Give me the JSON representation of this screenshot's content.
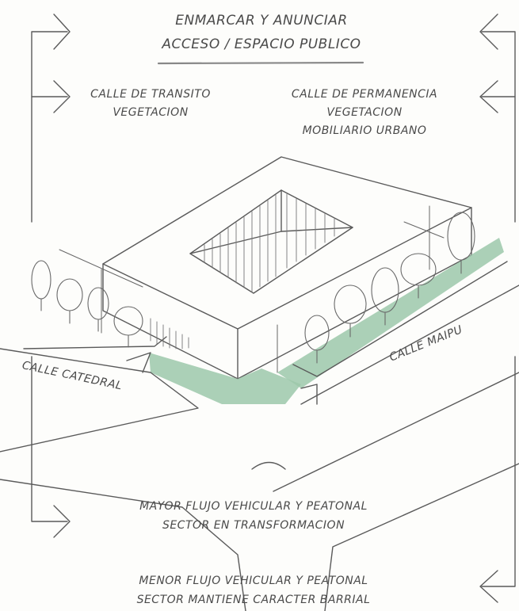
{
  "header": {
    "line1": "ENMARCAR Y ANUNCIAR",
    "line2": "ACCESO / ESPACIO PUBLICO"
  },
  "left_label": {
    "line1": "CALLE DE TRANSITO",
    "line2": "VEGETACION"
  },
  "right_label": {
    "line1": "CALLE DE PERMANENCIA",
    "line2": "VEGETACION",
    "line3": "MOBILIARIO URBANO"
  },
  "streets": {
    "left": "CALLE CATEDRAL",
    "right": "CALLE MAIPU"
  },
  "bottom_label_1": {
    "line1": "MAYOR FLUJO VEHICULAR Y PEATONAL",
    "line2": "SECTOR EN TRANSFORMACION"
  },
  "bottom_label_2": {
    "line1": "MENOR FLUJO VEHICULAR Y PEATONAL",
    "line2": "SECTOR MANTIENE CARACTER BARRIAL"
  },
  "colors": {
    "pencil": "#555555",
    "green_strip": "#8fbf9f",
    "background": "#fdfdfb"
  }
}
